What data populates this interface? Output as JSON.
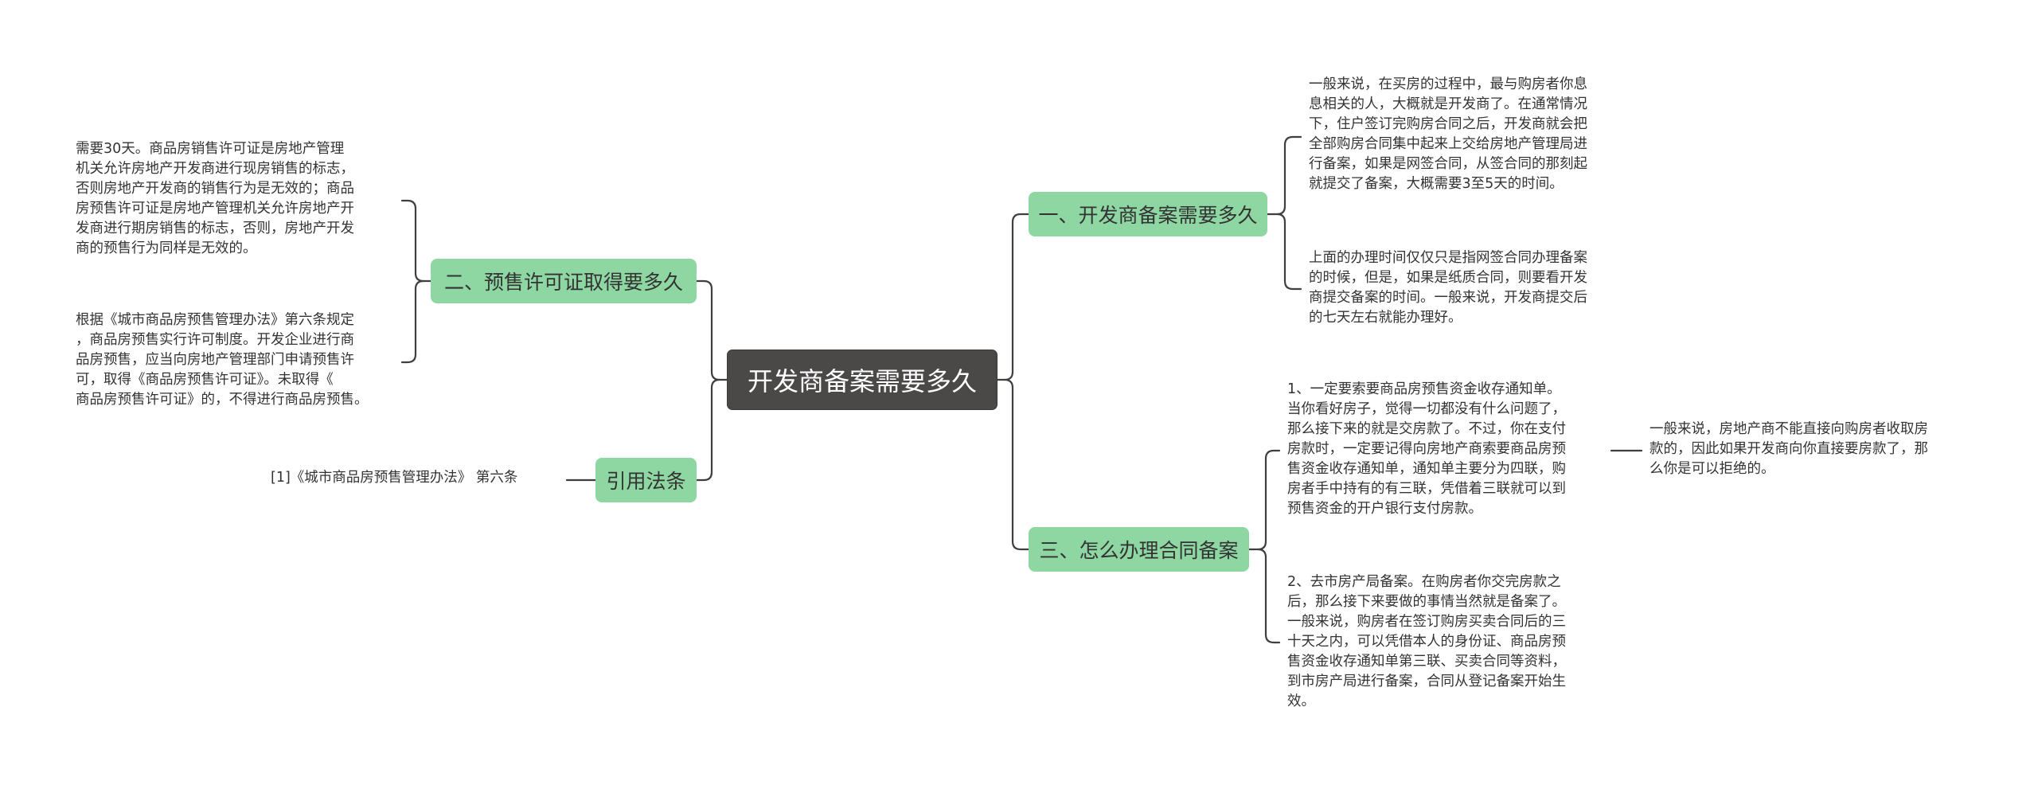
{
  "mindmap": {
    "central": "开发商备案需要多久",
    "branches": [
      {
        "label": "一、开发商备案需要多久",
        "leaves": [
          "一般来说，在买房的过程中，最与购房者你息\n息相关的人，大概就是开发商了。在通常情况\n下，住户签订完购房合同之后，开发商就会把\n全部购房合同集中起来上交给房地产管理局进\n行备案，如果是网签合同，从签合同的那刻起\n就提交了备案，大概需要3至5天的时间。",
          "上面的办理时间仅仅只是指网签合同办理备案\n的时候，但是，如果是纸质合同，则要看开发\n商提交备案的时间。一般来说，开发商提交后\n的七天左右就能办理好。"
        ]
      },
      {
        "label": "二、预售许可证取得要多久",
        "leaves": [
          "需要30天。商品房销售许可证是房地产管理\n机关允许房地产开发商进行现房销售的标志，\n否则房地产开发商的销售行为是无效的；商品\n房预售许可证是房地产管理机关允许房地产开\n发商进行期房销售的标志，否则，房地产开发\n商的预售行为同样是无效的。",
          "根据《城市商品房预售管理办法》第六条规定\n，商品房预售实行许可制度。开发企业进行商\n品房预售，应当向房地产管理部门申请预售许\n可，取得《商品房预售许可证》。未取得《\n商品房预售许可证》的，不得进行商品房预售。"
        ]
      },
      {
        "label": "引用法条",
        "leaves": [
          "[1]《城市商品房预售管理办法》 第六条"
        ]
      },
      {
        "label": "三、怎么办理合同备案",
        "leaves": [
          "1、一定要索要商品房预售资金收存通知单。\n当你看好房子，觉得一切都没有什么问题了，\n那么接下来的就是交房款了。不过，你在支付\n房款时，一定要记得向房地产商索要商品房预\n售资金收存通知单，通知单主要分为四联，购\n房者手中持有的有三联，凭借着三联就可以到\n预售资金的开户银行支付房款。",
          "2、去市房产局备案。在购房者你交完房款之\n后，那么接下来要做的事情当然就是备案了。\n一般来说，购房者在签订购房买卖合同后的三\n十天之内，可以凭借本人的身份证、商品房预\n售资金收存通知单第三联、买卖合同等资料，\n到市房产局进行备案，合同从登记备案开始生\n效。"
        ],
        "sub_leaf": "一般来说，房地产商不能直接向购房者收取房\n款的，因此如果开发商向你直接要房款了，那\n么你是可以拒绝的。"
      }
    ]
  },
  "colors": {
    "central_bg": "#4b4848",
    "branch_bg": "#8ed6a2",
    "line": "#3f3f3f",
    "text": "#333333"
  }
}
